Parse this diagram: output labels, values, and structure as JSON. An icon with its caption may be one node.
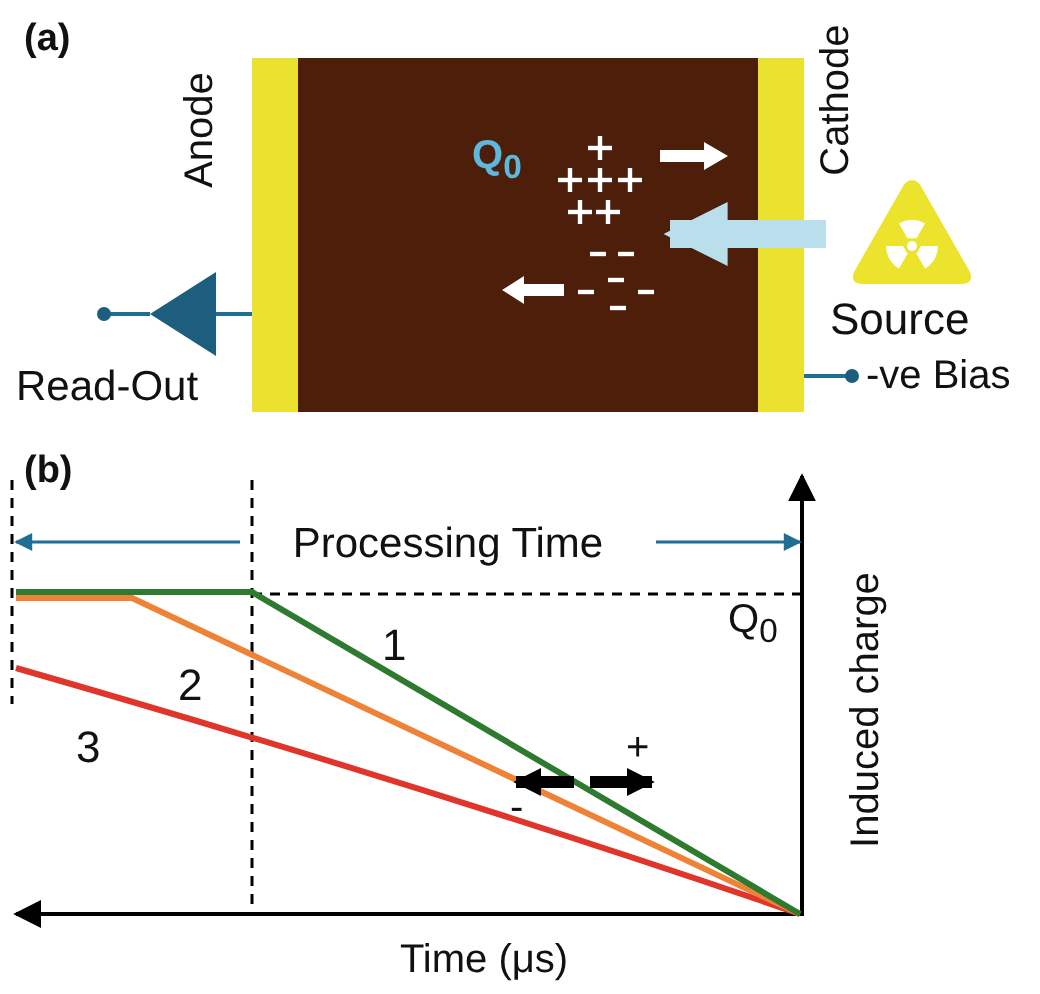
{
  "diagram": {
    "nodes": [
      {
        "text": [
          "Source"
        ]
      },
      {
        "text": [],
        "shape": "box"
      },
      {
        "text": [],
        "shape": "picture",
        "in": 1
      }
    ],
    "edges": [
      {
        "from": 0,
        "to": 2,
        "arrow": "to",
        "color": "#b9deec"
      }
    ],
    "labels": [
      "(a)",
      "Anode",
      "Cathode",
      "Q$_{0}$",
      "Read-Out",
      "-ve Bias",
      "(b)",
      "Processing Time",
      "Q$_{0}$",
      "1",
      "2",
      "3",
      "+",
      "-",
      "Induced charge",
      "Time (μs)"
    ]
  }
}
